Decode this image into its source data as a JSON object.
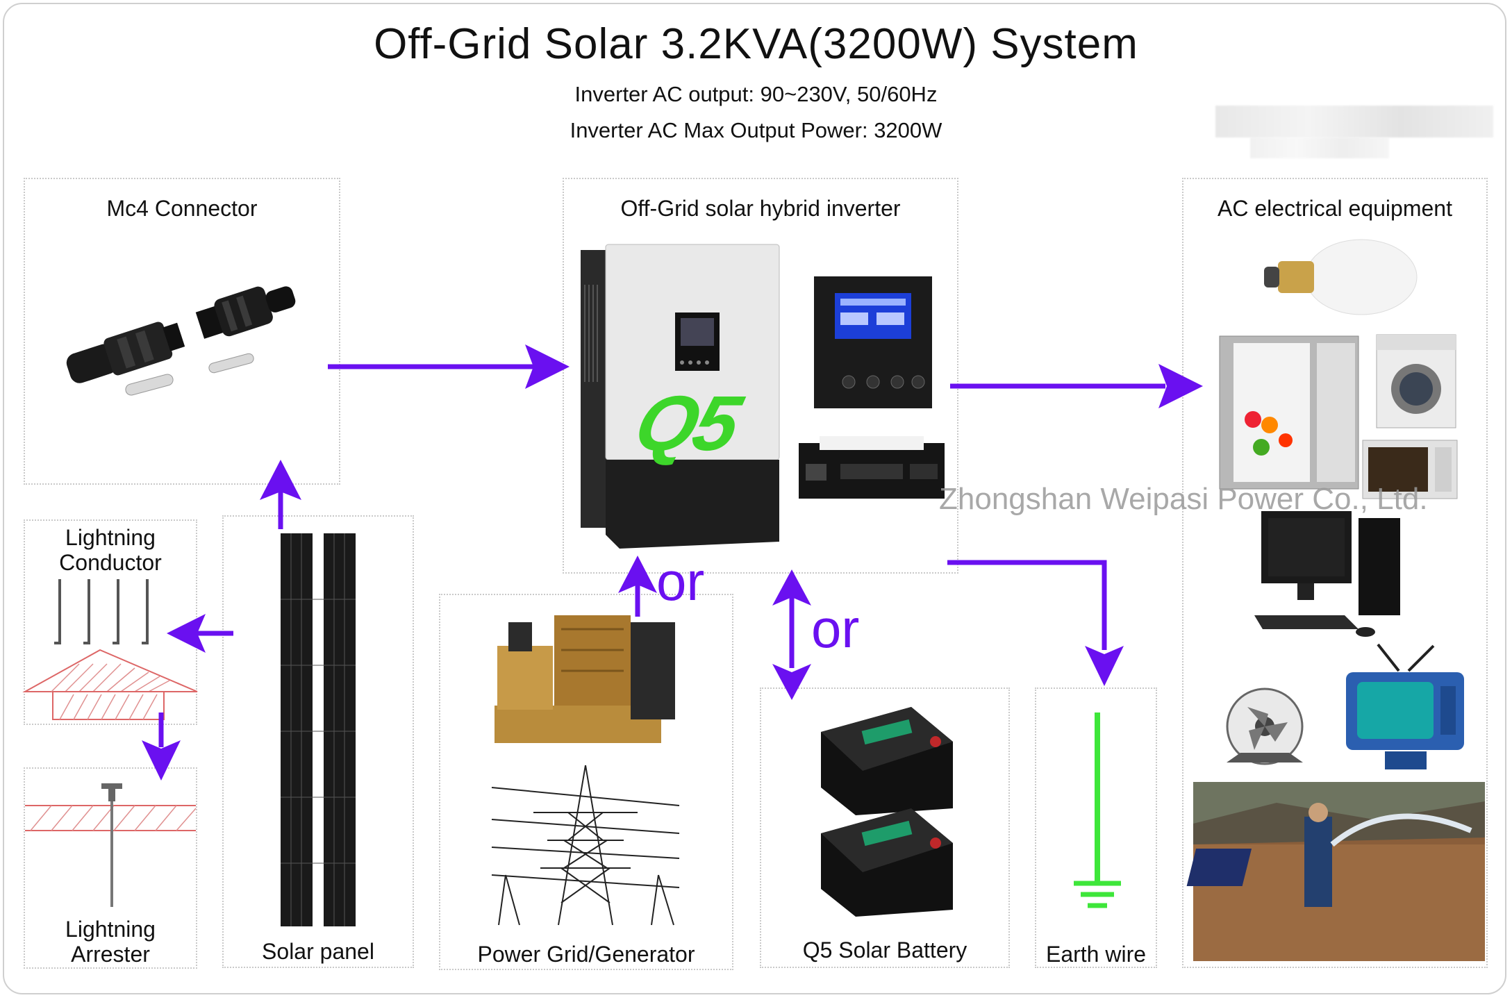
{
  "title": "Off-Grid Solar 3.2KVA(3200W) System",
  "subtitle_1": "Inverter AC output: 90~230V, 50/60Hz",
  "subtitle_2": "Inverter AC Max Output Power: 3200W",
  "sections": {
    "mc4": "Mc4 Connector",
    "inverter": "Off-Grid solar hybrid inverter",
    "ac_equipment": "AC electrical equipment",
    "lightning_conductor": "Lightning Conductor",
    "lightning_arrester": "Lightning Arrester",
    "solar_panel": "Solar panel",
    "grid_generator": "Power Grid/Generator",
    "battery": "Q5 Solar Battery",
    "earth": "Earth wire"
  },
  "or_label": "or",
  "inverter_logo": "Q5",
  "watermark": "Zhongshan Weipasi Power Co., Ltd.",
  "colors": {
    "arrow": "#6a10f0",
    "logo": "#3dd62a",
    "earth": "#3ee63a"
  }
}
